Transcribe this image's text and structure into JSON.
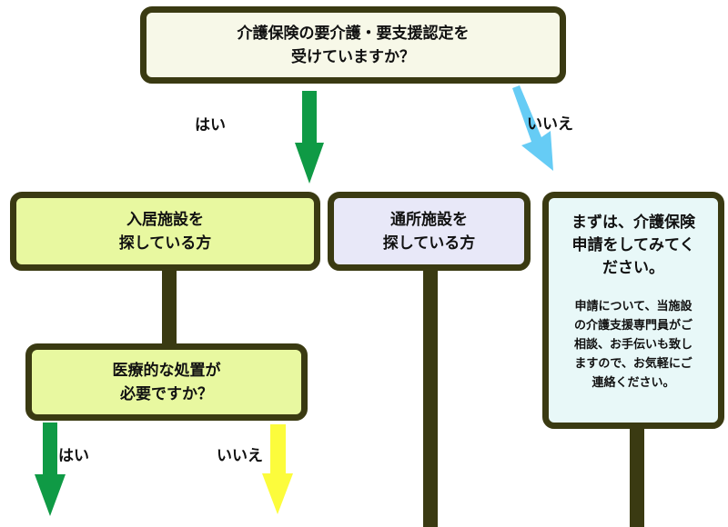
{
  "question": {
    "line1": "介護保険の要介護・要支援認定を",
    "line2": "受けていますか？"
  },
  "answers": {
    "yes_top": "はい",
    "no_top": "いいえ",
    "yes_bottom": "はい",
    "no_bottom": "いいえ"
  },
  "facility": {
    "line1": "入居施設を",
    "line2": "探している方"
  },
  "daycare": {
    "line1": "通所施設を",
    "line2": "探している方"
  },
  "apply": {
    "line1": "まずは、介護保険",
    "line2": "申請をしてみてく",
    "line3": "ださい。",
    "note1": "申請について、当施設",
    "note2": "の介護支援専門員がご",
    "note3": "相談、お手伝いも致し",
    "note4": "ますので、お気軽にご",
    "note5": "連絡ください。"
  },
  "medical": {
    "line1": "医療的な処置が",
    "line2": "必要ですか？"
  },
  "colors": {
    "border": "#3a3a12",
    "arrow_yes": "#0f9a45",
    "arrow_no_top": "#66ccf5",
    "arrow_no_bottom": "#fcfc3c",
    "connector": "#3a3a12"
  }
}
